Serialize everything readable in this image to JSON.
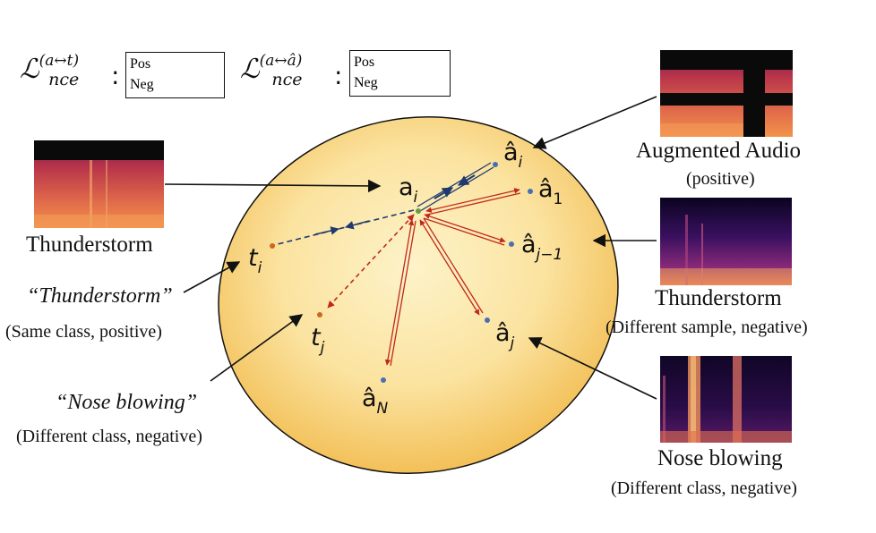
{
  "legend": {
    "loss1": {
      "main": "ℒ",
      "sup": "(a↔t)",
      "sub": "nce",
      "colon": ":"
    },
    "loss2": {
      "main": "ℒ",
      "sup": "(a↔â)",
      "sub": "nce",
      "colon": ":"
    },
    "pos": "Pos",
    "neg": "Neg"
  },
  "points": {
    "a_i": {
      "base": "a",
      "sub": "i"
    },
    "ahat_i": {
      "base": "â",
      "sub": "i"
    },
    "ahat_1": {
      "base": "â",
      "sub": "1"
    },
    "ahat_j1": {
      "base": "â",
      "sub": "j−1"
    },
    "ahat_j": {
      "base": "â",
      "sub": "j"
    },
    "ahat_N": {
      "base": "â",
      "sub": "N"
    },
    "t_i": {
      "base": "t",
      "sub": "i"
    },
    "t_j": {
      "base": "t",
      "sub": "j"
    }
  },
  "captions": {
    "left_spec": "Thunderstorm",
    "augmented": "Augmented Audio",
    "augmented_sub": "(positive)",
    "right_thunder": "Thunderstorm",
    "right_thunder_sub": "(Different sample, negative)",
    "nose": "Nose blowing",
    "nose_sub": "(Different class, negative)",
    "quote_thunder": "“Thunderstorm”",
    "quote_thunder_sub": "(Same class, positive)",
    "quote_nose": "“Nose blowing”",
    "quote_nose_sub": "(Different class, negative)"
  },
  "colors": {
    "positive": "#1f3a6e",
    "negative": "#c0281c",
    "ellipse_center": "#fbe9a8",
    "ellipse_edge": "#f4c24f",
    "point_blue": "#4a6fb0",
    "point_orange": "#c96a1a"
  }
}
